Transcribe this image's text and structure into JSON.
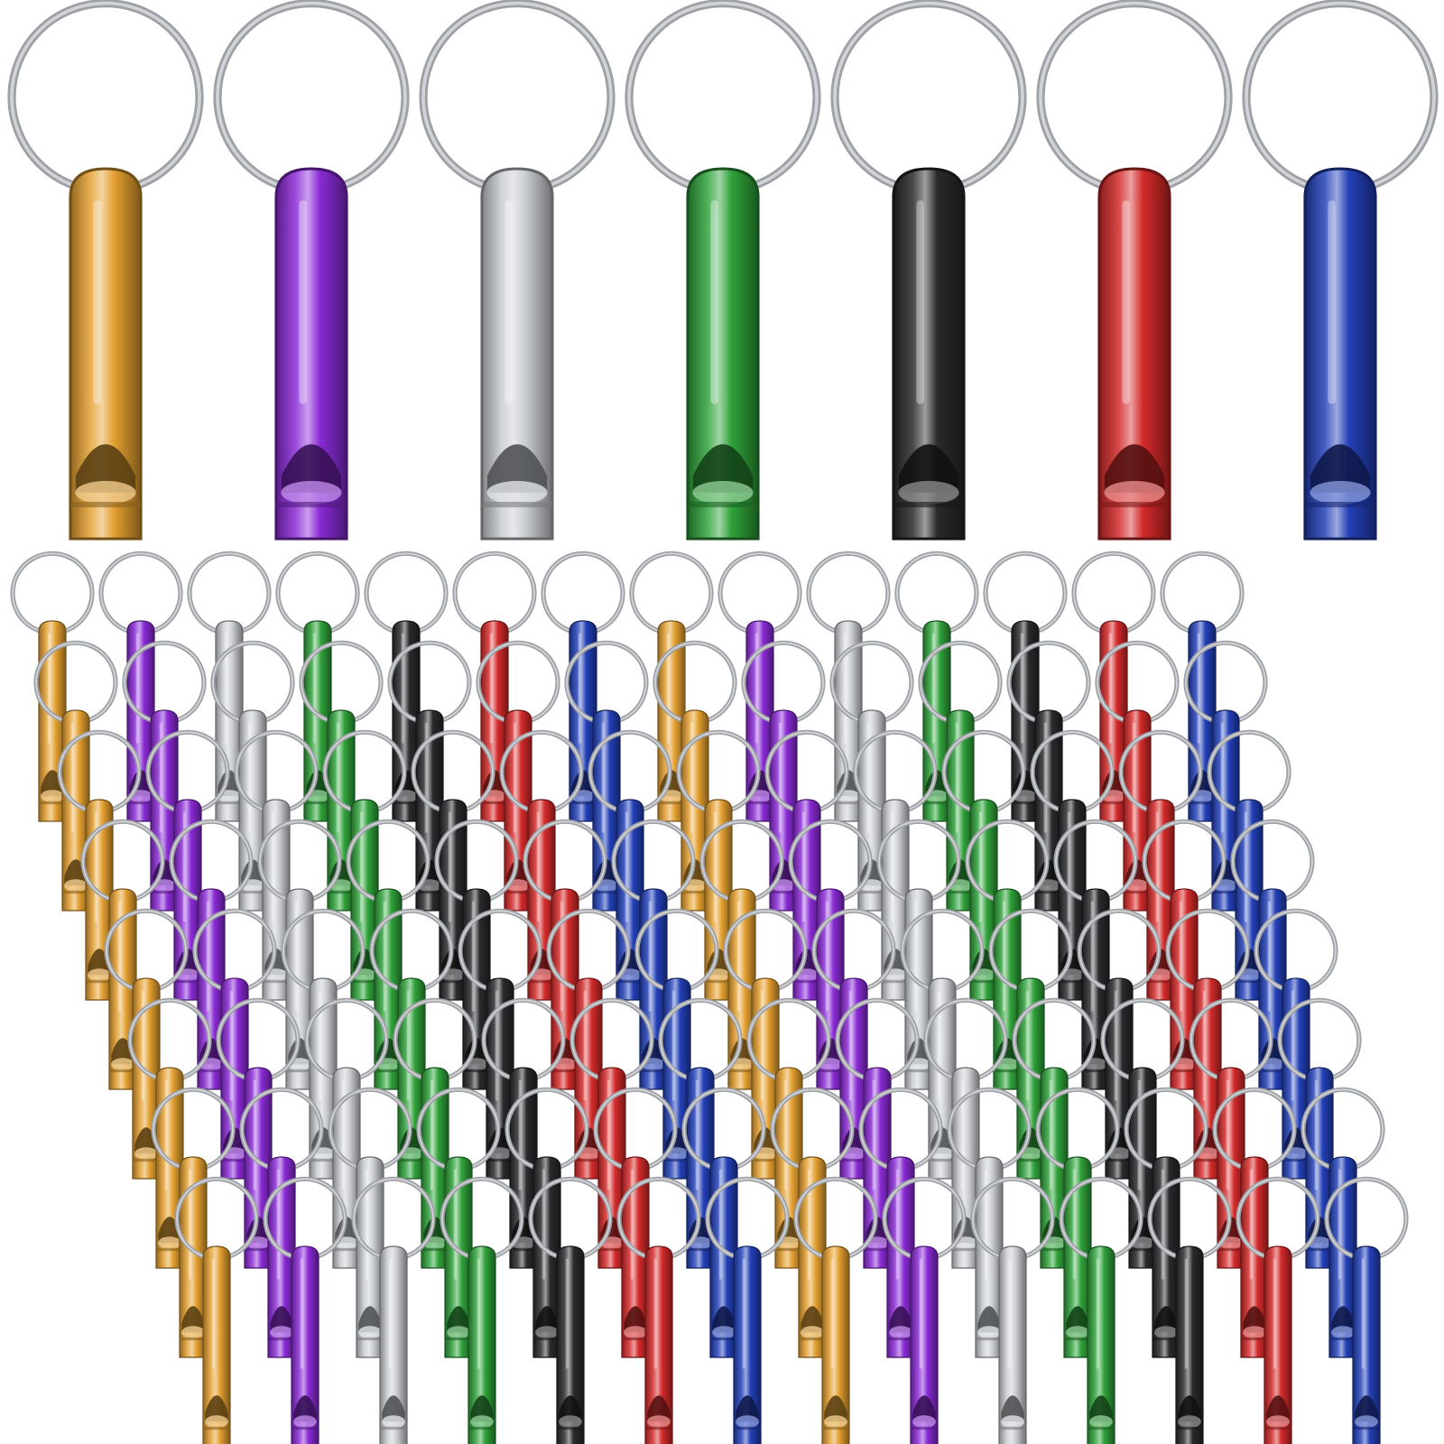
{
  "image": {
    "description_visible_text": "",
    "background_color": "#ffffff",
    "ring_color": "#b9bcc1",
    "featured_whistles": [
      {
        "color_name": "gold",
        "color": "#e4a030"
      },
      {
        "color_name": "purple",
        "color": "#8a2bd6"
      },
      {
        "color_name": "silver",
        "color": "#c9ccd1"
      },
      {
        "color_name": "green",
        "color": "#2fa23a"
      },
      {
        "color_name": "black",
        "color": "#2a2a2d"
      },
      {
        "color_name": "red",
        "color": "#d42a2a"
      },
      {
        "color_name": "blue",
        "color": "#2340b8"
      }
    ],
    "grid_whistles": {
      "rows": 8,
      "columns": 14,
      "color_cycle": [
        "gold",
        "purple",
        "silver",
        "green",
        "black",
        "red",
        "blue"
      ]
    }
  }
}
